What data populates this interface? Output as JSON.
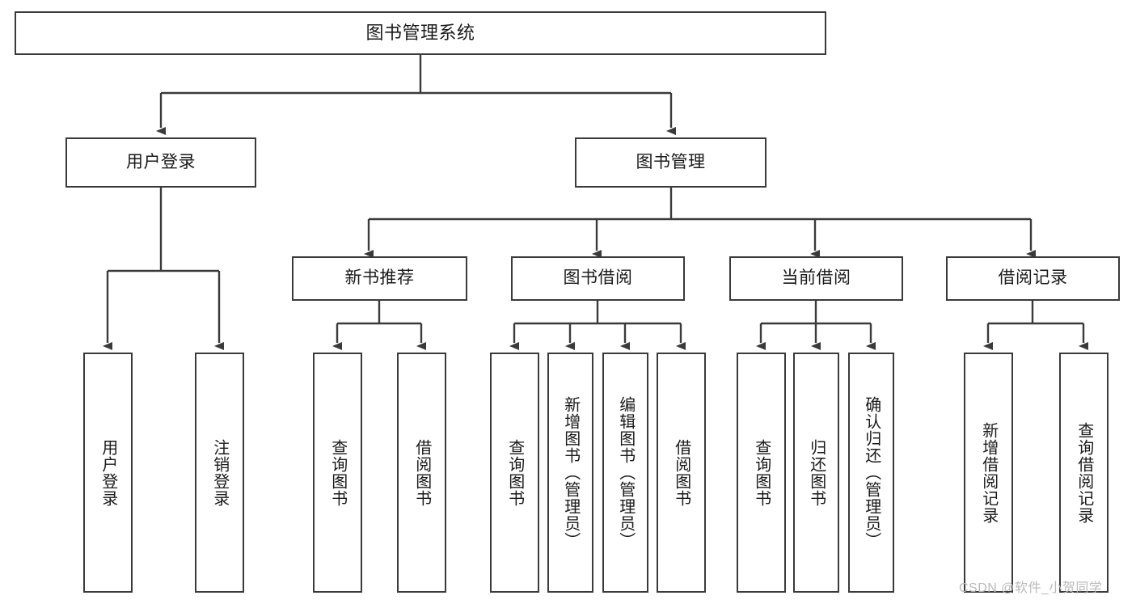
{
  "diagram": {
    "type": "tree",
    "title": "图书管理系统",
    "watermark": "CSDN @软件_小贺同学",
    "line_color": "#3a3a3a",
    "box_fill": "#ffffff",
    "text_color": "#1a1a1a",
    "levels": {
      "root": [
        "图书管理系统"
      ],
      "level2": [
        "用户登录",
        "图书管理"
      ],
      "level3": [
        "新书推荐",
        "图书借阅",
        "当前借阅",
        "借阅记录"
      ],
      "leaves": [
        "用户登录",
        "注销登录",
        "查询图书",
        "借阅图书",
        "查询图书",
        "新增图书（管理员）",
        "编辑图书（管理员）",
        "借阅图书",
        "查询图书",
        "归还图书",
        "确认归还（管理员）",
        "新增借阅记录",
        "查询借阅记录"
      ]
    },
    "nodes": {
      "root": {
        "label": "图书管理系统"
      },
      "user_login": {
        "label": "用户登录"
      },
      "book_manage": {
        "label": "图书管理"
      },
      "new_book_rec": {
        "label": "新书推荐"
      },
      "book_borrow": {
        "label": "图书借阅"
      },
      "current_borrow": {
        "label": "当前借阅"
      },
      "borrow_record": {
        "label": "借阅记录"
      },
      "leaf_user_login": {
        "label": "用户登录"
      },
      "leaf_logout": {
        "label": "注销登录"
      },
      "leaf_query_book_1": {
        "label": "查询图书"
      },
      "leaf_borrow_book_1": {
        "label": "借阅图书"
      },
      "leaf_query_book_2": {
        "label": "查询图书"
      },
      "leaf_add_book": {
        "label": "新增图书（管理员）"
      },
      "leaf_edit_book": {
        "label": "编辑图书（管理员）"
      },
      "leaf_borrow_book_2": {
        "label": "借阅图书"
      },
      "leaf_query_book_3": {
        "label": "查询图书"
      },
      "leaf_return_book": {
        "label": "归还图书"
      },
      "leaf_confirm_return": {
        "label": "确认归还（管理员）"
      },
      "leaf_add_record": {
        "label": "新增借阅记录"
      },
      "leaf_query_record": {
        "label": "查询借阅记录"
      }
    },
    "edges": [
      {
        "from": "root",
        "to": "user_login"
      },
      {
        "from": "root",
        "to": "book_manage"
      },
      {
        "from": "user_login",
        "to": "leaf_user_login"
      },
      {
        "from": "user_login",
        "to": "leaf_logout"
      },
      {
        "from": "book_manage",
        "to": "new_book_rec"
      },
      {
        "from": "book_manage",
        "to": "book_borrow"
      },
      {
        "from": "book_manage",
        "to": "current_borrow"
      },
      {
        "from": "book_manage",
        "to": "borrow_record"
      },
      {
        "from": "new_book_rec",
        "to": "leaf_query_book_1"
      },
      {
        "from": "new_book_rec",
        "to": "leaf_borrow_book_1"
      },
      {
        "from": "book_borrow",
        "to": "leaf_query_book_2"
      },
      {
        "from": "book_borrow",
        "to": "leaf_add_book"
      },
      {
        "from": "book_borrow",
        "to": "leaf_edit_book"
      },
      {
        "from": "book_borrow",
        "to": "leaf_borrow_book_2"
      },
      {
        "from": "current_borrow",
        "to": "leaf_query_book_3"
      },
      {
        "from": "current_borrow",
        "to": "leaf_return_book"
      },
      {
        "from": "current_borrow",
        "to": "leaf_confirm_return"
      },
      {
        "from": "borrow_record",
        "to": "leaf_add_record"
      },
      {
        "from": "borrow_record",
        "to": "leaf_query_record"
      }
    ]
  }
}
